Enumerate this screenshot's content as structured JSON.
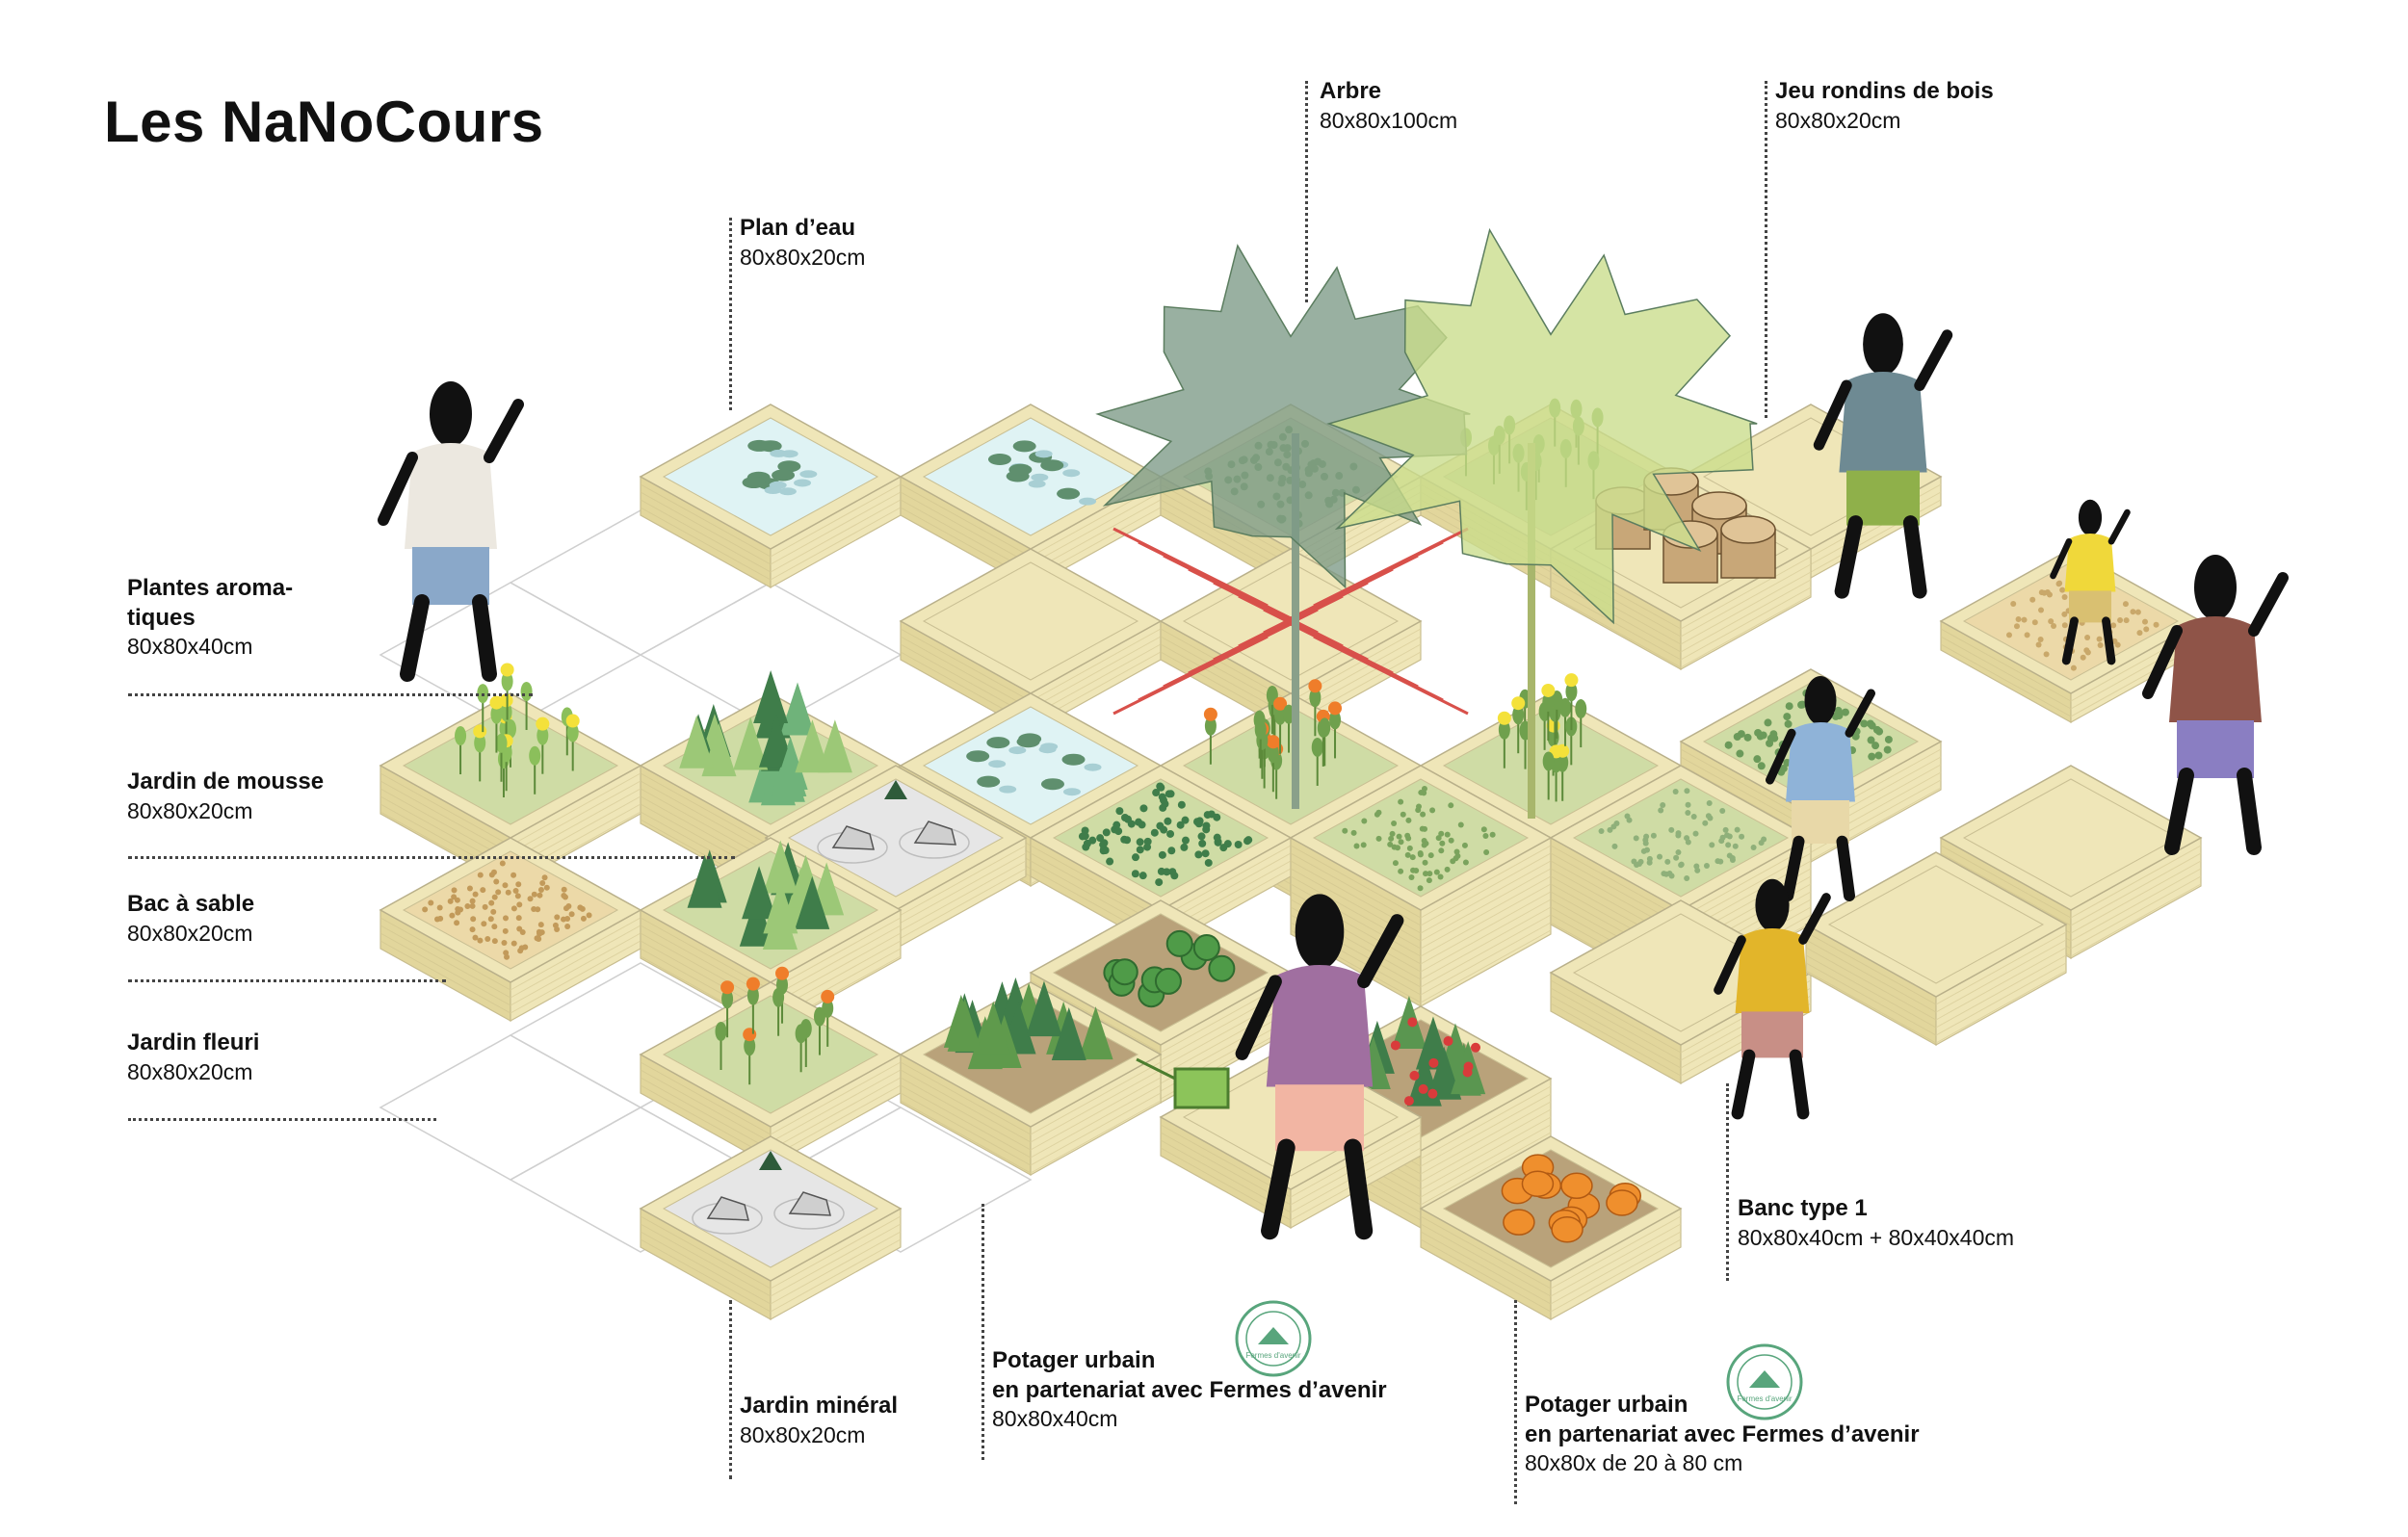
{
  "title": "Les NaNoCours",
  "labels": {
    "plan_eau": {
      "title": "Plan d’eau",
      "dim": "80x80x20cm"
    },
    "arbre": {
      "title": "Arbre",
      "dim": "80x80x100cm"
    },
    "jeu_rondins": {
      "title": "Jeu rondins de bois",
      "dim": "80x80x20cm"
    },
    "plantes_aromatiques": {
      "title_line1": "Plantes aroma-",
      "title_line2": "tiques",
      "dim": "80x80x40cm"
    },
    "jardin_mousse": {
      "title": "Jardin de mousse",
      "dim": "80x80x20cm"
    },
    "bac_sable": {
      "title": "Bac à sable",
      "dim": "80x80x20cm"
    },
    "jardin_fleuri": {
      "title": "Jardin fleuri",
      "dim": "80x80x20cm"
    },
    "banc": {
      "title": "Banc type 1",
      "dim": "80x80x40cm + 80x40x40cm"
    },
    "jardin_mineral": {
      "title": "Jardin minéral",
      "dim": "80x80x20cm"
    },
    "potager_1": {
      "title_line1": "Potager urbain",
      "title_line2": "en partenariat avec Fermes d’avenir",
      "dim": "80x80x40cm"
    },
    "potager_2": {
      "title_line1": "Potager urbain",
      "title_line2": "en partenariat avec Fermes d’avenir",
      "dim": "80x80x de 20 à 80 cm"
    }
  },
  "logo_text": "Fermes d'avenir",
  "colors": {
    "wood": "#efe6b8",
    "wood_side": "#e2d69c",
    "water": "#dff3f4",
    "sand": "#ecd9a8",
    "moss": "#cfdca5",
    "soil": "#b9a27a",
    "stone": "#e6e6e6",
    "leaf_dark": "#3f7d4a",
    "leaf_light": "#b7d48a",
    "tree_grey": "#7c9a86",
    "tree_lime": "#c9dc8a",
    "net": "#d8504a",
    "flower_yellow": "#f4e13a",
    "flower_orange": "#ef7d2a",
    "logo_green": "#58a57c"
  }
}
